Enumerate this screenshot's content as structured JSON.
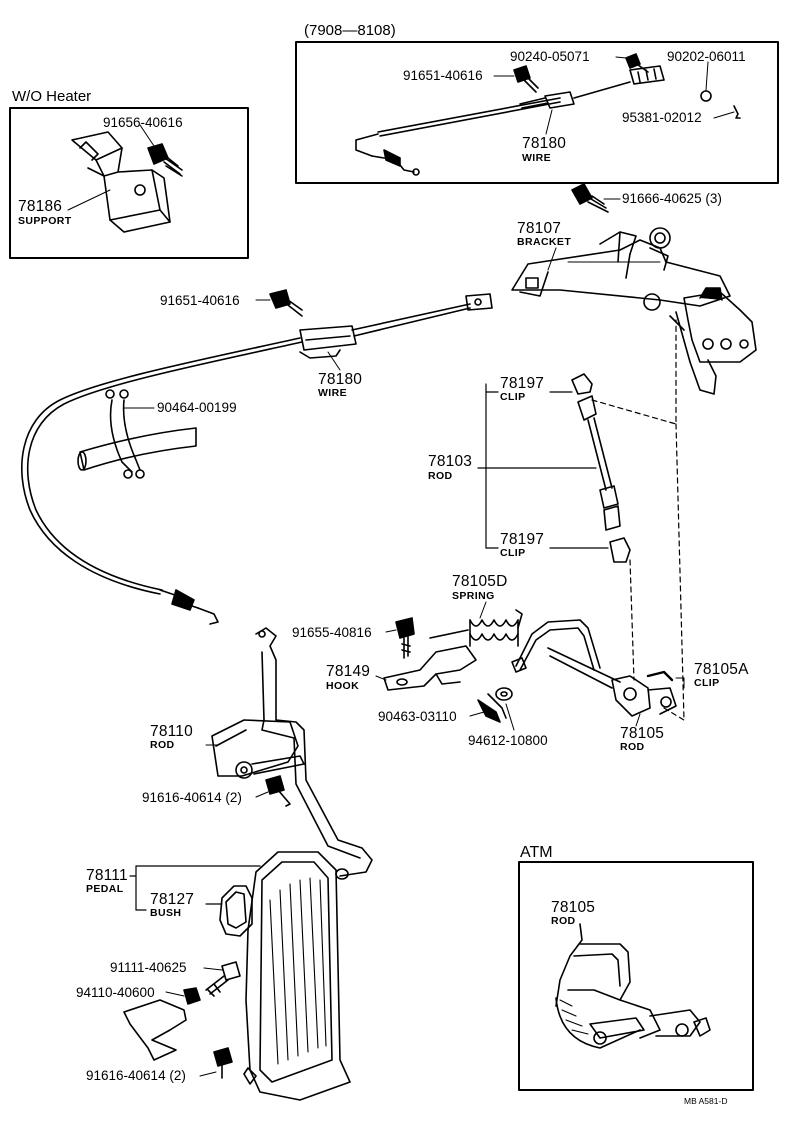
{
  "headers": {
    "wo_heater": "W/O  Heater",
    "date_range": "(7908—8108)",
    "atm": "ATM"
  },
  "parts": {
    "p91656_40616": "91656-40616",
    "p78186": "78186",
    "n_support": "SUPPORT",
    "p90240_05071": "90240-05071",
    "p90202_06011": "90202-06011",
    "p91651_40616_top": "91651-40616",
    "p95381_02012": "95381-02012",
    "p78180_top": "78180",
    "n_wire_top": "WIRE",
    "p91666_40625": "91666-40625 (3)",
    "p78107": "78107",
    "n_bracket": "BRACKET",
    "p91651_40616": "91651-40616",
    "p78180": "78180",
    "n_wire": "WIRE",
    "p90464_00199": "90464-00199",
    "p78197_a": "78197",
    "n_clip_a": "CLIP",
    "p78103": "78103",
    "n_rod_78103": "ROD",
    "p78197_b": "78197",
    "n_clip_b": "CLIP",
    "p78105D": "78105D",
    "n_spring": "SPRING",
    "p91655_40816": "91655-40816",
    "p78149": "78149",
    "n_hook": "HOOK",
    "p78105A": "78105A",
    "n_clip_c": "CLIP",
    "p90463_03110": "90463-03110",
    "p94612_10800": "94612-10800",
    "p78105": "78105",
    "n_rod_78105": "ROD",
    "p78110": "78110",
    "n_rod_78110": "ROD",
    "p91616_40614_a": "91616-40614 (2)",
    "p78111": "78111",
    "n_pedal": "PEDAL",
    "p78127": "78127",
    "n_bush": "BUSH",
    "p91111_40625": "91111-40625",
    "p94110_40600": "94110-40600",
    "p91616_40614_b": "91616-40614 (2)",
    "p78105_atm": "78105",
    "n_rod_atm": "ROD"
  },
  "footer": {
    "code": "MB  A581-D"
  }
}
